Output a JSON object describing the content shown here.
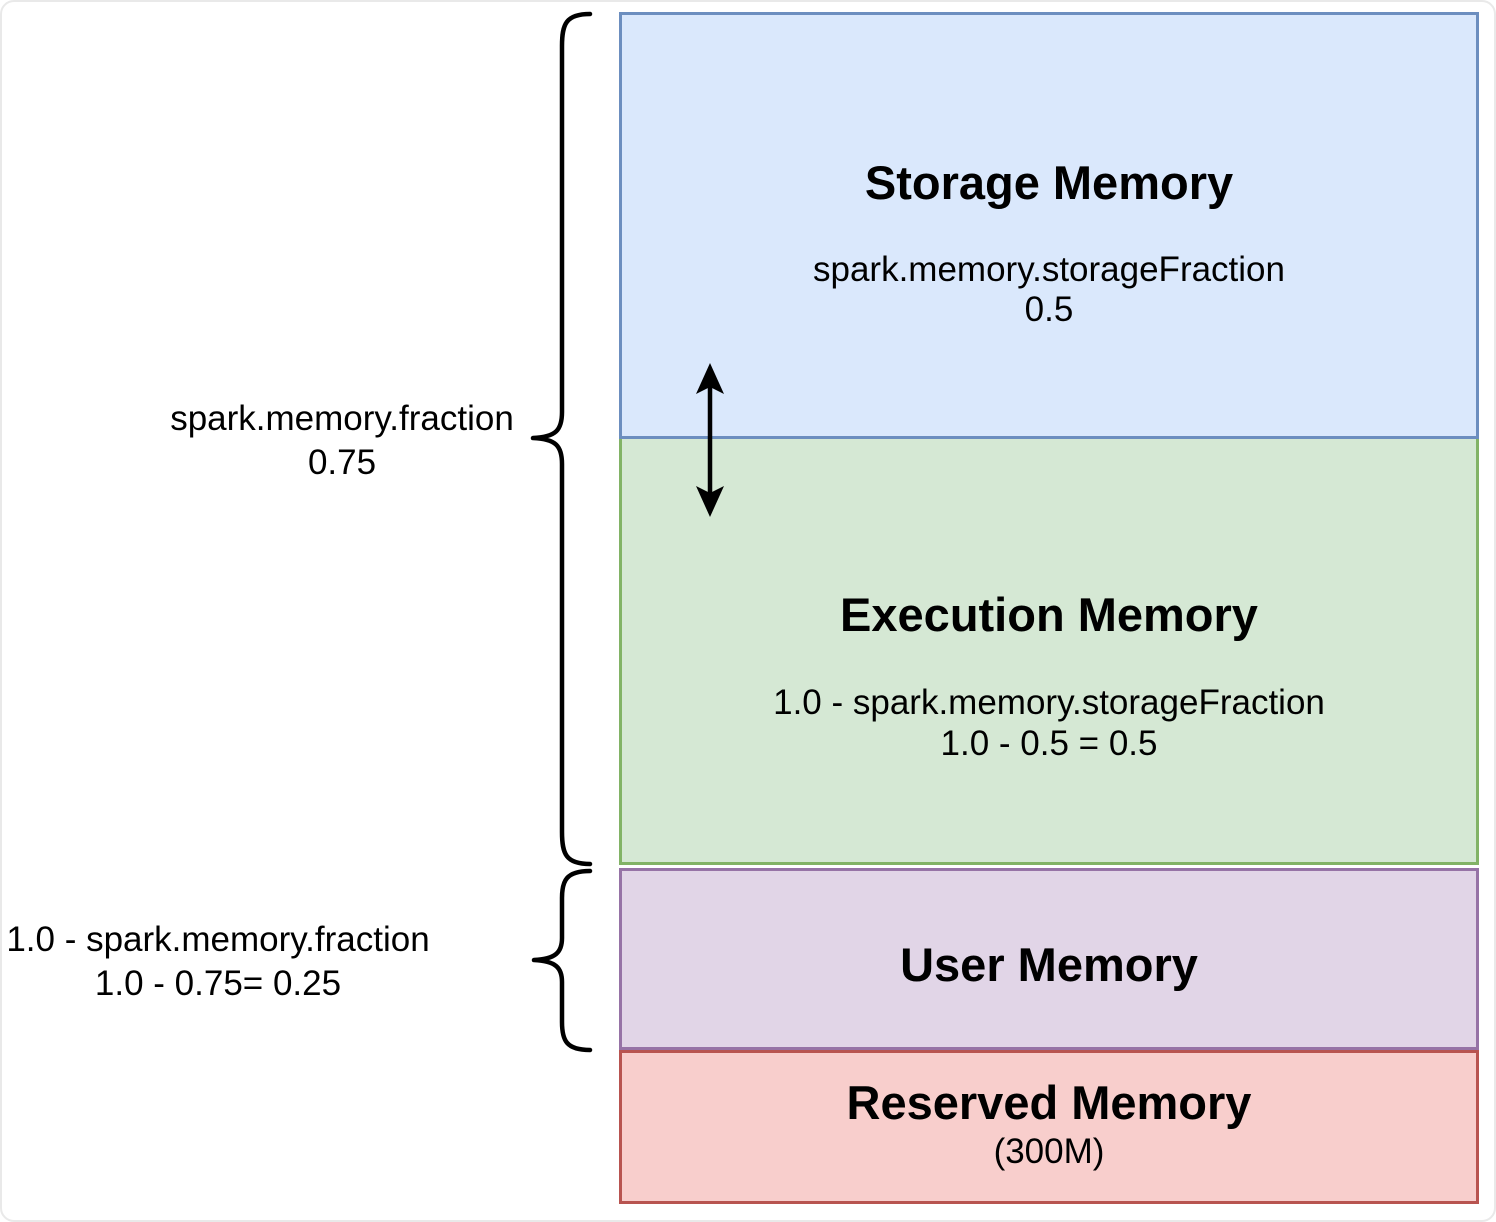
{
  "diagram": {
    "ink": "#000000",
    "background": "#ffffff",
    "boxes": {
      "storage": {
        "title": "Storage Memory",
        "subtitle1": "spark.memory.storageFraction",
        "subtitle2": "0.5",
        "fill": "#dae8fc",
        "stroke": "#6c8ebf"
      },
      "execution": {
        "title": "Execution Memory",
        "subtitle1": "1.0 - spark.memory.storageFraction",
        "subtitle2": "1.0 - 0.5 = 0.5",
        "fill": "#d5e8d4",
        "stroke": "#82b366"
      },
      "user": {
        "title": "User Memory",
        "fill": "#e1d5e7",
        "stroke": "#9673a6"
      },
      "reserved": {
        "title": "Reserved Memory",
        "subtitle1": "(300M)",
        "fill": "#f8cecc",
        "stroke": "#b85450"
      }
    },
    "braces": {
      "memory_fraction": {
        "label_line1": "spark.memory.fraction",
        "label_line2": "0.75"
      },
      "user_memory": {
        "label_line1": "1.0 - spark.memory.fraction",
        "label_line2": "1.0 - 0.75= 0.25"
      }
    }
  }
}
